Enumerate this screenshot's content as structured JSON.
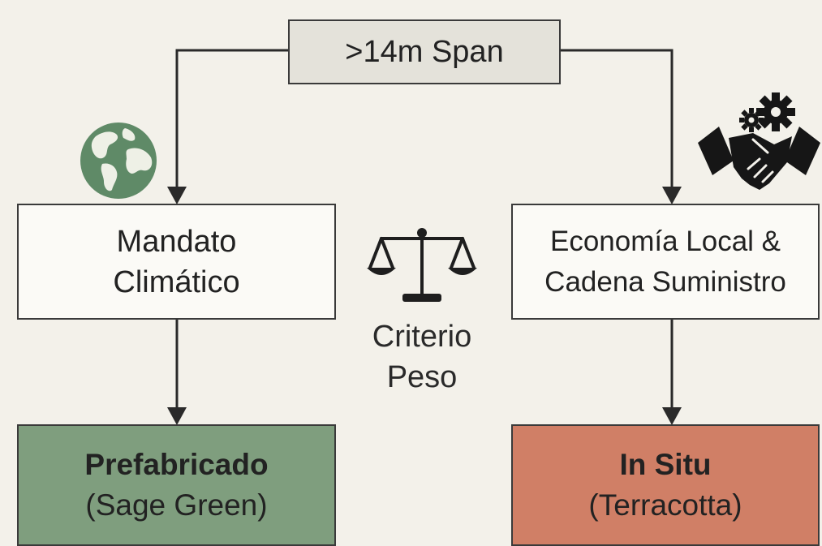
{
  "diagram": {
    "root": {
      "label": ">14m Span"
    },
    "left_branch": {
      "condition_lines": [
        "Mandato",
        "Climático"
      ],
      "outcome_title": "Prefabricado",
      "outcome_subtitle": "(Sage Green)",
      "outcome_color": "#7f9e7e",
      "icon": "globe-icon"
    },
    "right_branch": {
      "condition_lines": [
        "Economía Local &",
        "Cadena Suministro"
      ],
      "outcome_title": "In Situ",
      "outcome_subtitle": "(Terracotta)",
      "outcome_color": "#d07f66",
      "icon": "handshake-gears-icon"
    },
    "center": {
      "label_lines": [
        "Criterio",
        "Peso"
      ],
      "icon": "balance-scale-icon"
    }
  }
}
